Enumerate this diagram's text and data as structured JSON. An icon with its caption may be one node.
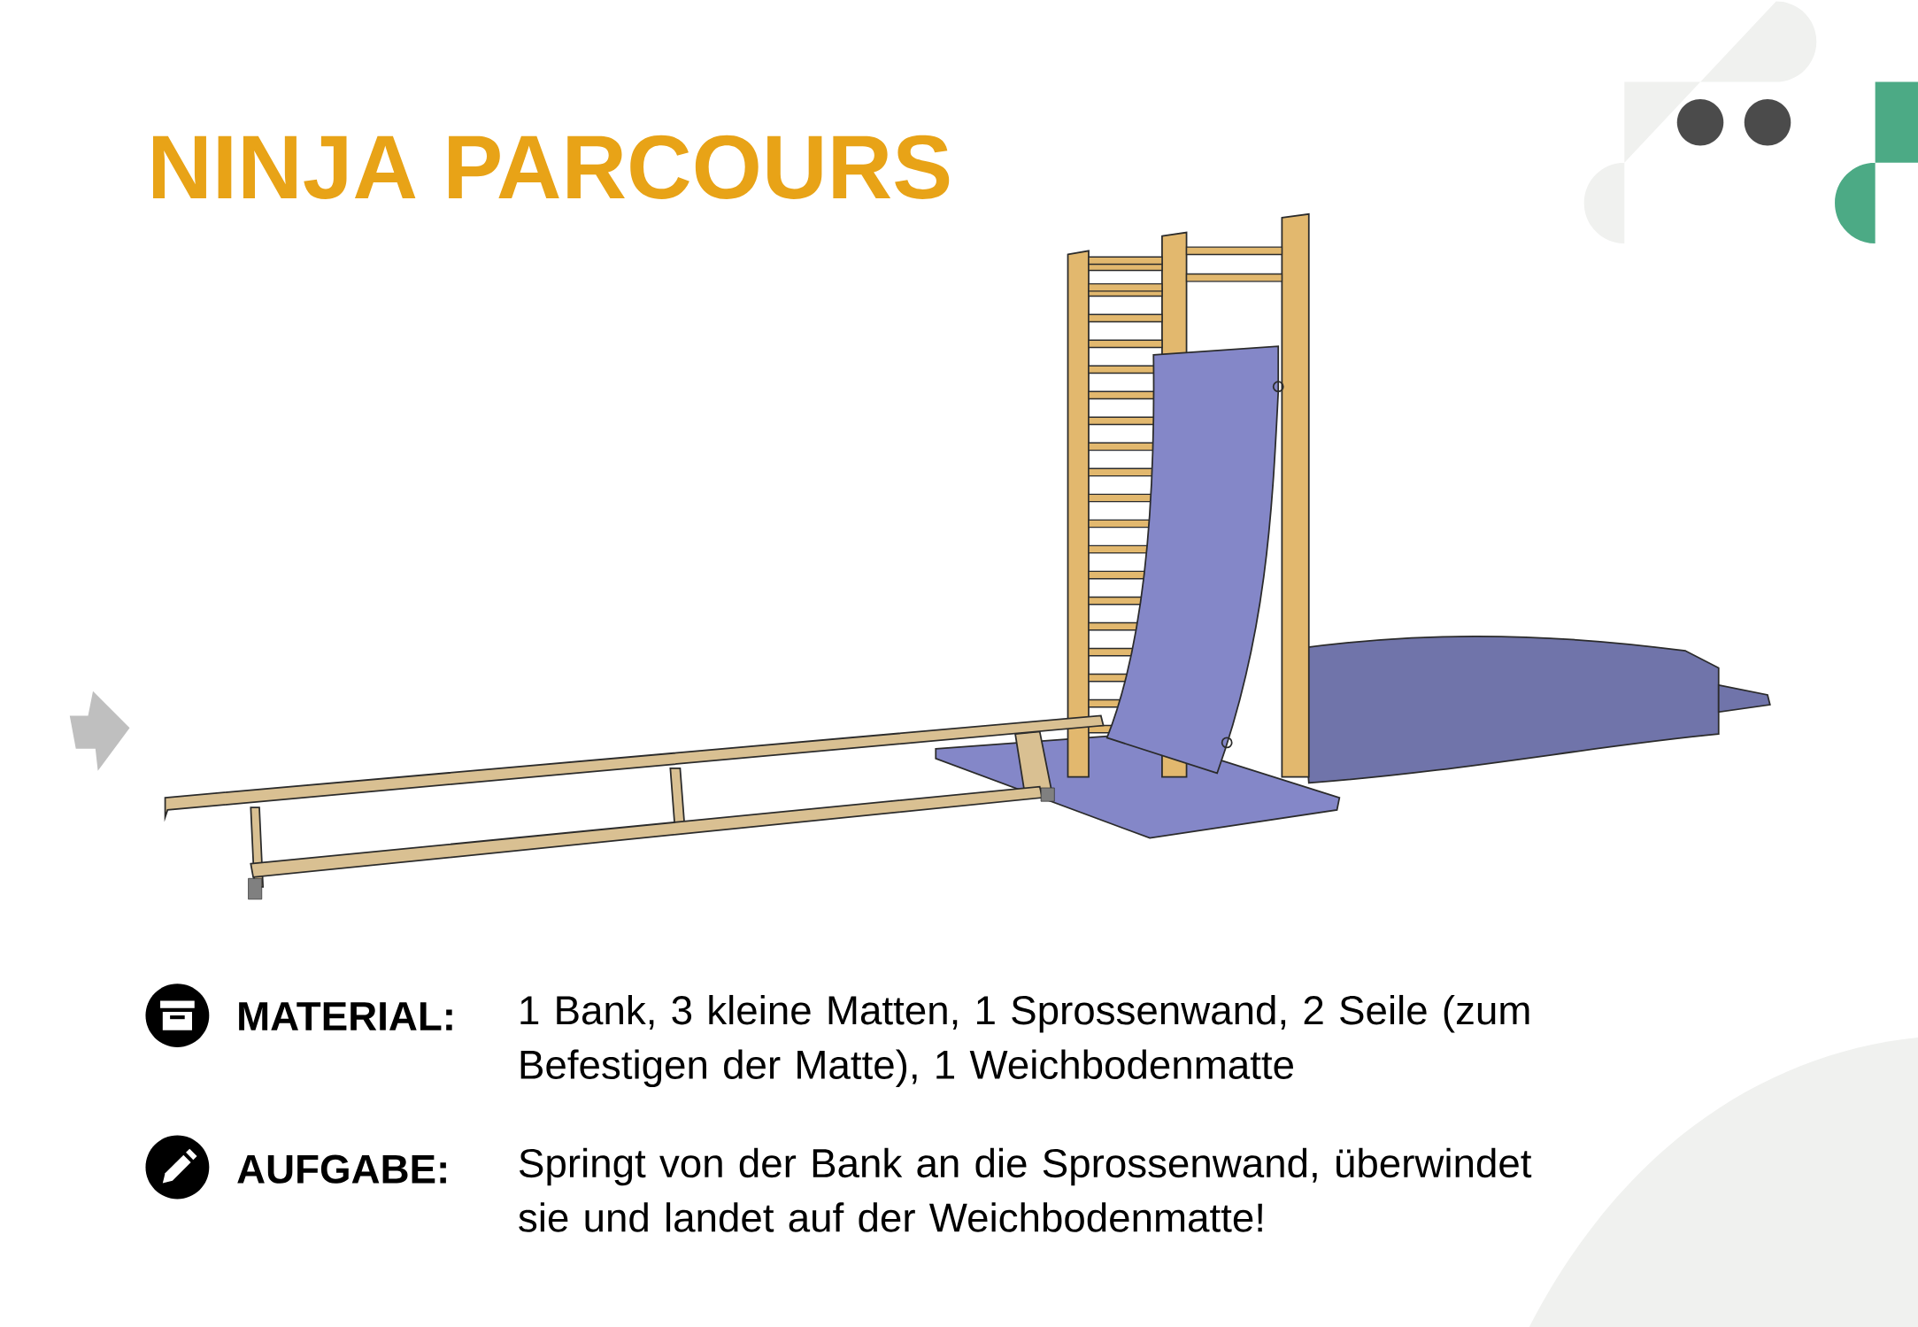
{
  "diagram": {
    "title": "NINJA PARCOURS",
    "labels": [
      "MATERIAL:",
      "1 Bank, 3 kleine Matten, 1 Sprossenwand, 2 Seile (zum Befestigen der Matte), 1 Weichbodenmatte",
      "AUFGABE:",
      "Springt von der Bank an die Sprossenwand, überwindet sie und landet auf der Weichbodenmatte!"
    ]
  }
}
